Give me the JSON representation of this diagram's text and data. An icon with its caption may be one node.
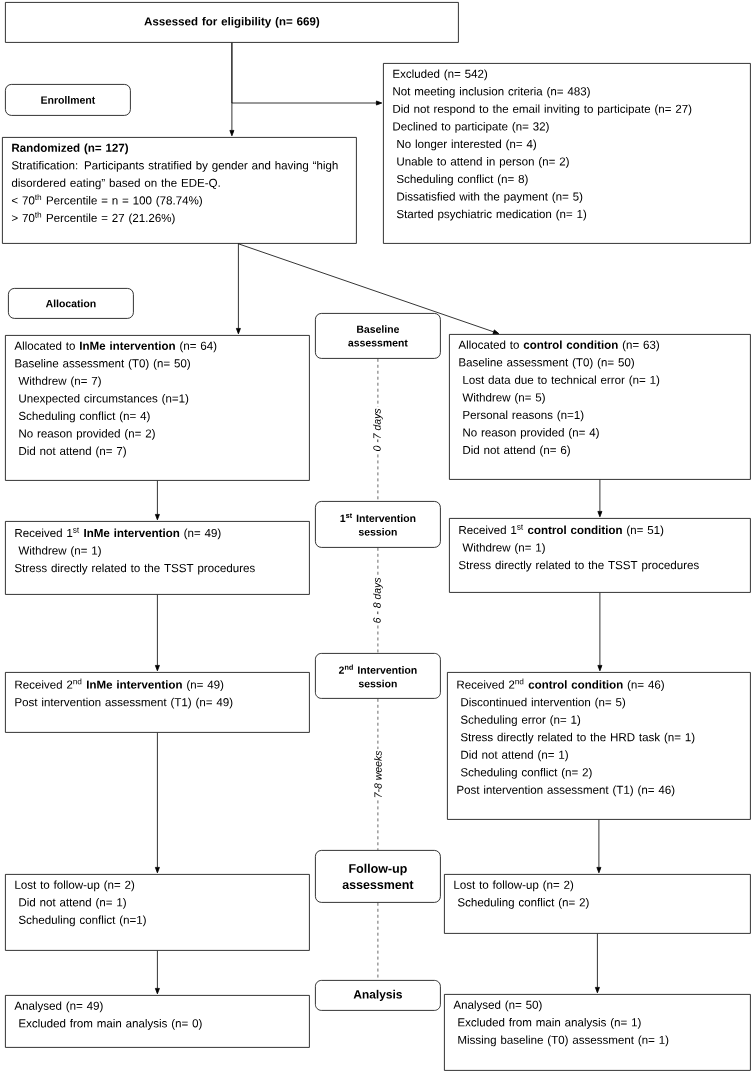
{
  "diagram": {
    "nodes": [
      {
        "text": [
          "Assessed for eligibility (n= 669)"
        ]
      },
      {
        "text": [
          "Excluded (n= 542)",
          "Not meeting inclusion criteria (n= 483)",
          "Did not respond to the email inviting to participate (n= 27)",
          "Declined to participate (n= 32)",
          "No longer interested (n= 4)",
          "Unable to attend in person (n= 2)",
          "Scheduling conflict (n= 8)",
          "Dissatisfied with the payment (n= 5)",
          "Started psychiatric medication (n= 1)"
        ]
      },
      {
        "text": [
          "Randomized (n= 127)",
          "Stratification: Participants stratified by gender and having “high disordered eating” based on the EDE-Q.",
          "< 70$^{th}$ Percentile = n = 100 (78.74%)",
          "> 70$^{th}$ Percentile = 27 (21.26%)"
        ]
      },
      {
        "text": [
          "Enrollment"
        ]
      },
      {
        "text": [
          "Allocation"
        ]
      },
      {
        "text": [
          "Allocated to **InMe intervention** (n= 64)",
          "Baseline assessment (T0) (n= 50)",
          "Withdrew (n= 7)",
          "Unexpected circumstances (n=1)",
          "Scheduling conflict (n= 4)",
          "No reason provided (n= 2)",
          "Did not attend (n= 7)"
        ]
      },
      {
        "text": [
          "Allocated to **control condition** (n= 63)",
          "Baseline assessment (T0) (n= 50)",
          "Lost data due to technical error (n= 1)",
          "Withdrew (n= 5)",
          "Personal reasons (n=1)",
          "No reason provided (n= 4)",
          "Did not attend (n= 6)"
        ]
      },
      {
        "text": [
          "Baseline assessment"
        ]
      },
      {
        "text": [
          "Received 1$^{st}$ **InMe intervention** (n= 49)",
          "Withdrew (n= 1)",
          "Stress directly related to the TSST procedures"
        ]
      },
      {
        "text": [
          "Received 1$^{st}$ **control condition** (n= 51)",
          "Withdrew (n= 1)",
          "Stress directly related to the TSST procedures"
        ]
      },
      {
        "text": [
          "1$^{st}$ Intervention session"
        ]
      },
      {
        "text": [
          "Received 2$^{nd}$ **InMe intervention** (n= 49)",
          "Post intervention assessment (T1) (n= 49)"
        ]
      },
      {
        "text": [
          "Received 2$^{nd}$ **control condition** (n= 46)",
          "Discontinued intervention (n= 5)",
          "Scheduling error (n= 1)",
          "Stress directly related to the HRD task (n= 1)",
          "Did not attend (n= 1)",
          "Scheduling conflict (n= 2)",
          "Post intervention assessment (T1) (n= 46)"
        ]
      },
      {
        "text": [
          "2$^{nd}$ Intervention session"
        ]
      },
      {
        "text": [
          "Lost to follow-up (n= 2)",
          "Did not attend (n= 1)",
          "Scheduling conflict (n=1)"
        ]
      },
      {
        "text": [
          "Lost to follow-up (n= 2)",
          "Scheduling conflict (n= 2)"
        ]
      },
      {
        "text": [
          "Follow-up assessment"
        ]
      },
      {
        "text": [
          "Analysed (n= 49)",
          "Excluded from main analysis (n= 0)"
        ]
      },
      {
        "text": [
          "Analysed (n= 50)",
          "Excluded from main analysis (n= 1)",
          "Missing baseline (T0) assessment (n= 1)"
        ]
      },
      {
        "text": [
          "Analysis"
        ]
      }
    ],
    "edges": [
      {
        "from": 0,
        "to": 2,
        "arrow": "to"
      },
      {
        "from": 0,
        "to": 1,
        "arrow": "to"
      },
      {
        "from": 2,
        "to": 5,
        "arrow": "to"
      },
      {
        "from": 2,
        "to": 6,
        "arrow": "to"
      },
      {
        "from": 5,
        "to": 8,
        "arrow": "to"
      },
      {
        "from": 6,
        "to": 9,
        "arrow": "to"
      },
      {
        "from": 8,
        "to": 11,
        "arrow": "to"
      },
      {
        "from": 9,
        "to": 12,
        "arrow": "to"
      },
      {
        "from": 11,
        "to": 14,
        "arrow": "to"
      },
      {
        "from": 12,
        "to": 15,
        "arrow": "to"
      },
      {
        "from": 14,
        "to": 17,
        "arrow": "to"
      },
      {
        "from": 15,
        "to": 18,
        "arrow": "to"
      },
      {
        "from": 7,
        "to": 10,
        "arrow": "none",
        "style": "dashed",
        "label": "0 -7 days"
      },
      {
        "from": 10,
        "to": 13,
        "arrow": "none",
        "style": "dashed",
        "label": "6 - 8 days"
      },
      {
        "from": 13,
        "to": 16,
        "arrow": "none",
        "style": "dashed",
        "label": "7-8 weeks"
      },
      {
        "from": 16,
        "to": 19,
        "arrow": "none",
        "style": "dashed"
      }
    ]
  }
}
